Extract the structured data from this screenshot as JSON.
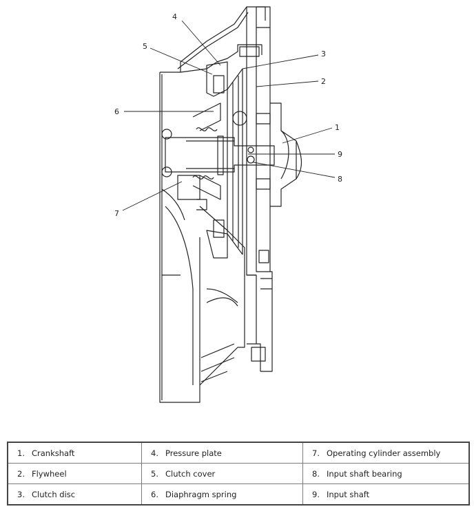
{
  "callouts": [
    "1",
    "2",
    "3",
    "4",
    "5",
    "6",
    "7",
    "8",
    "9"
  ],
  "legend": [
    [
      {
        "num": "1.",
        "label": "Crankshaft"
      },
      {
        "num": "4.",
        "label": "Pressure plate"
      },
      {
        "num": "7.",
        "label": "Operating cylinder assembly"
      }
    ],
    [
      {
        "num": "2.",
        "label": "Flywheel"
      },
      {
        "num": "5.",
        "label": "Clutch cover"
      },
      {
        "num": "8.",
        "label": "Input shaft bearing"
      }
    ],
    [
      {
        "num": "3.",
        "label": "Clutch disc"
      },
      {
        "num": "6.",
        "label": "Diaphragm spring"
      },
      {
        "num": "9.",
        "label": "Input shaft"
      }
    ]
  ]
}
